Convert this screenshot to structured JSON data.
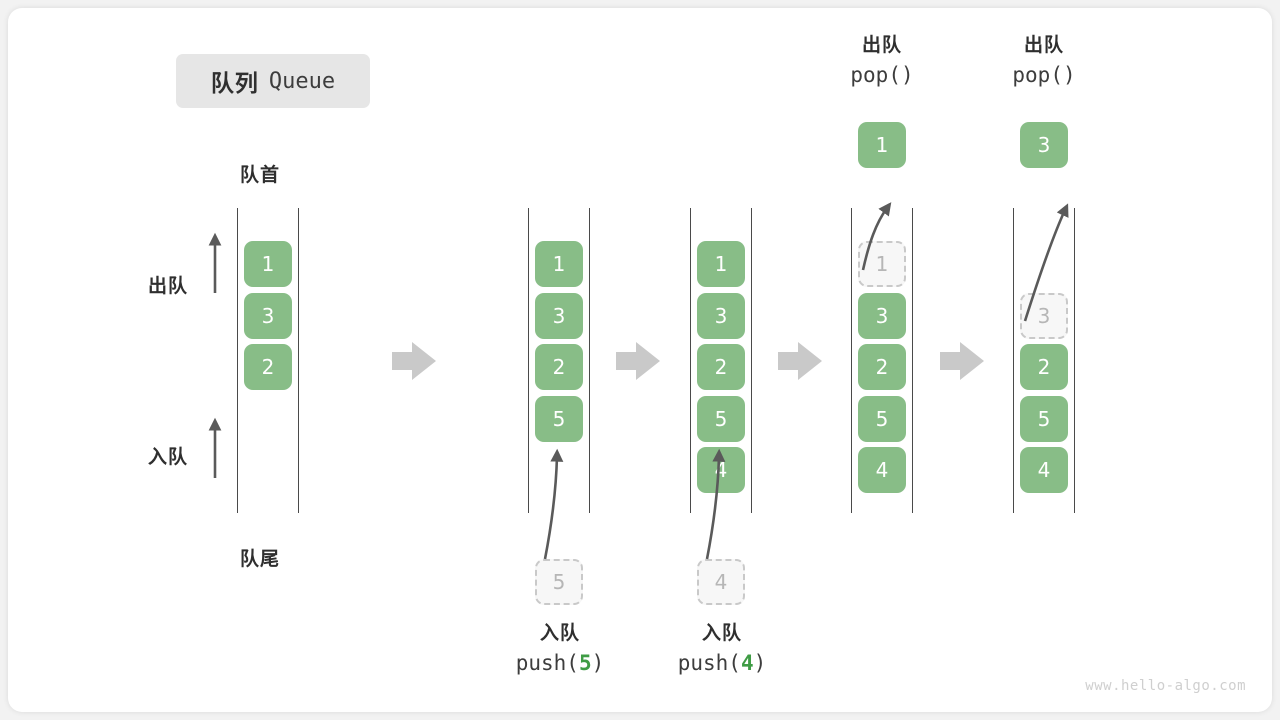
{
  "title": {
    "cn": "队列",
    "en": "Queue"
  },
  "axis_labels": {
    "front": "队首",
    "rear": "队尾",
    "dequeue": "出队",
    "enqueue": "入队"
  },
  "watermark": "www.hello-algo.com",
  "colors": {
    "element": "#88bd87",
    "element_text": "#ffffff",
    "ghost_border": "#c9c9c9",
    "ghost_text": "#b6b6b6",
    "rail": "#4a4a4a",
    "arrow": "#5a5a5a",
    "step_arrow": "#c9c9c9",
    "chip_bg": "#e6e6e6",
    "accent_number": "#3f9c45",
    "label_text": "#2f2f2f"
  },
  "operations": {
    "enqueue_5": {
      "cn": "入队",
      "call_prefix": "push(",
      "call_value": "5",
      "call_suffix": ")"
    },
    "enqueue_4": {
      "cn": "入队",
      "call_prefix": "push(",
      "call_value": "4",
      "call_suffix": ")"
    },
    "dequeue_1": {
      "cn": "出队",
      "call": "pop()"
    },
    "dequeue_2": {
      "cn": "出队",
      "call": "pop()"
    }
  },
  "stages": [
    {
      "id": "initial",
      "cells": [
        {
          "value": "1",
          "state": "filled"
        },
        {
          "value": "3",
          "state": "filled"
        },
        {
          "value": "2",
          "state": "filled"
        }
      ]
    },
    {
      "id": "after-push-5",
      "incoming": {
        "value": "5",
        "state": "ghost"
      },
      "cells": [
        {
          "value": "1",
          "state": "filled"
        },
        {
          "value": "3",
          "state": "filled"
        },
        {
          "value": "2",
          "state": "filled"
        },
        {
          "value": "5",
          "state": "filled"
        }
      ]
    },
    {
      "id": "after-push-4",
      "incoming": {
        "value": "4",
        "state": "ghost"
      },
      "cells": [
        {
          "value": "1",
          "state": "filled"
        },
        {
          "value": "3",
          "state": "filled"
        },
        {
          "value": "2",
          "state": "filled"
        },
        {
          "value": "5",
          "state": "filled"
        },
        {
          "value": "4",
          "state": "filled"
        }
      ]
    },
    {
      "id": "after-pop-1",
      "popped": {
        "value": "1"
      },
      "cells": [
        {
          "value": "1",
          "state": "ghost"
        },
        {
          "value": "3",
          "state": "filled"
        },
        {
          "value": "2",
          "state": "filled"
        },
        {
          "value": "5",
          "state": "filled"
        },
        {
          "value": "4",
          "state": "filled"
        }
      ]
    },
    {
      "id": "after-pop-3",
      "popped": {
        "value": "3"
      },
      "cells": [
        {
          "value": "",
          "state": "empty"
        },
        {
          "value": "3",
          "state": "ghost"
        },
        {
          "value": "2",
          "state": "filled"
        },
        {
          "value": "5",
          "state": "filled"
        },
        {
          "value": "4",
          "state": "filled"
        }
      ]
    }
  ]
}
